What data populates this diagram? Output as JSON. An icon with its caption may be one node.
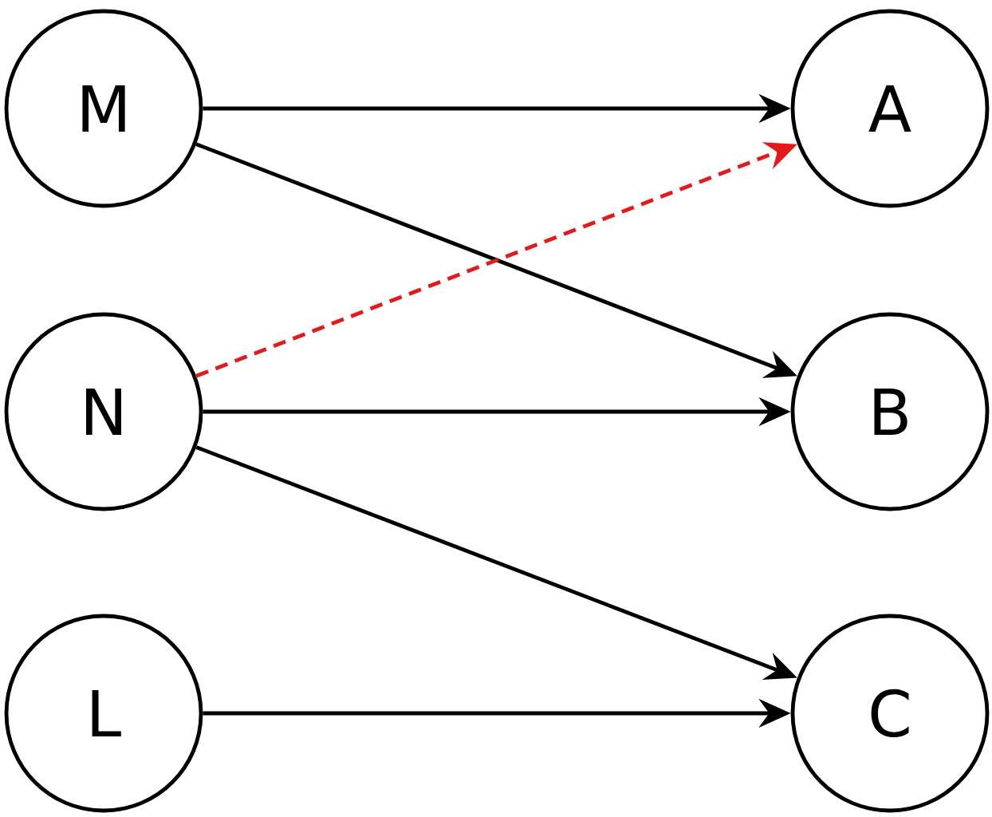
{
  "diagram": {
    "nodes": [
      {
        "text": [
          "M"
        ]
      },
      {
        "text": [
          "A"
        ]
      },
      {
        "text": [
          "N"
        ]
      },
      {
        "text": [
          "B"
        ]
      },
      {
        "text": [
          "L"
        ]
      },
      {
        "text": [
          "C"
        ]
      }
    ],
    "edges": [
      {
        "from": 0,
        "to": 1,
        "arrow": "to"
      },
      {
        "from": 0,
        "to": 3,
        "arrow": "to"
      },
      {
        "from": 2,
        "to": 1,
        "arrow": "to",
        "style": "dashed",
        "color": "#e31a1c"
      },
      {
        "from": 2,
        "to": 3,
        "arrow": "to"
      },
      {
        "from": 2,
        "to": 5,
        "arrow": "to"
      },
      {
        "from": 4,
        "to": 5,
        "arrow": "to"
      }
    ]
  }
}
